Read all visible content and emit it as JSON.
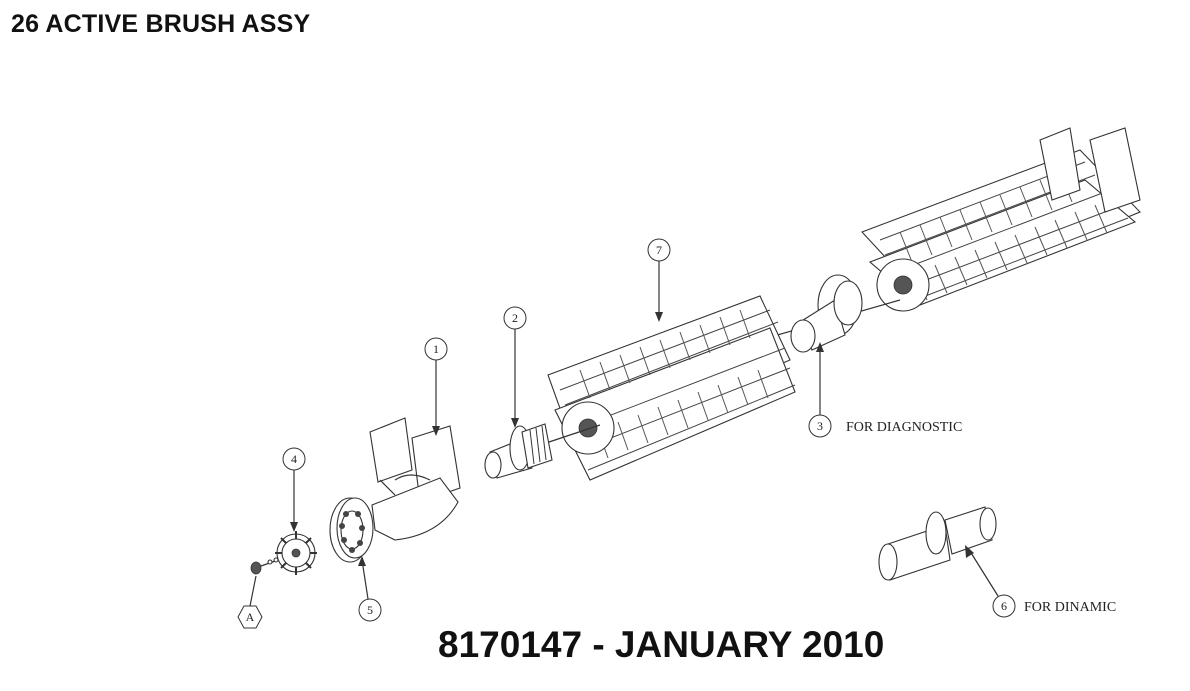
{
  "title": "26  ACTIVE BRUSH ASSY",
  "footer": "8170147 - JANUARY 2010",
  "callouts": {
    "c1": "1",
    "c2": "2",
    "c3": "3",
    "c4": "4",
    "c5": "5",
    "c6": "6",
    "c7": "7",
    "cA": "A"
  },
  "labels": {
    "diagnostic": "FOR DIAGNOSTIC",
    "dinamic": "FOR DINAMIC"
  }
}
